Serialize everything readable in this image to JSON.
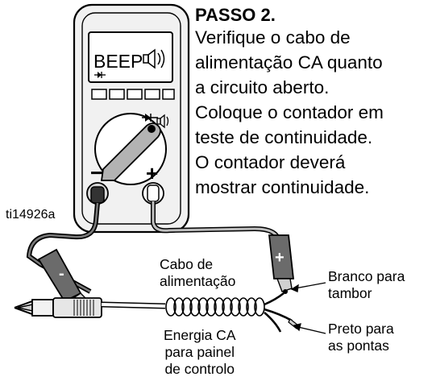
{
  "step": {
    "title": "PASSO 2.",
    "lines": [
      "Verifique o cabo de",
      "alimentação CA quanto",
      "a circuito aberto.",
      "Coloque o contador em",
      "teste de continuidade.",
      "O contador deverá",
      "mostrar continuidade."
    ]
  },
  "figure_id": "ti14926a",
  "meter": {
    "display_text": "BEEP",
    "display_icon": "speaker-icon",
    "negative_terminal": "−",
    "positive_terminal": "+",
    "negative_probe_symbol": "-",
    "positive_probe_symbol": "+"
  },
  "labels": {
    "cable": [
      "Cabo de",
      "alimentação"
    ],
    "energy": [
      "Energia CA",
      "para painel",
      "de controlo"
    ],
    "white": [
      "Branco para",
      "tambor"
    ],
    "black": [
      "Preto para",
      "as pontas"
    ]
  }
}
